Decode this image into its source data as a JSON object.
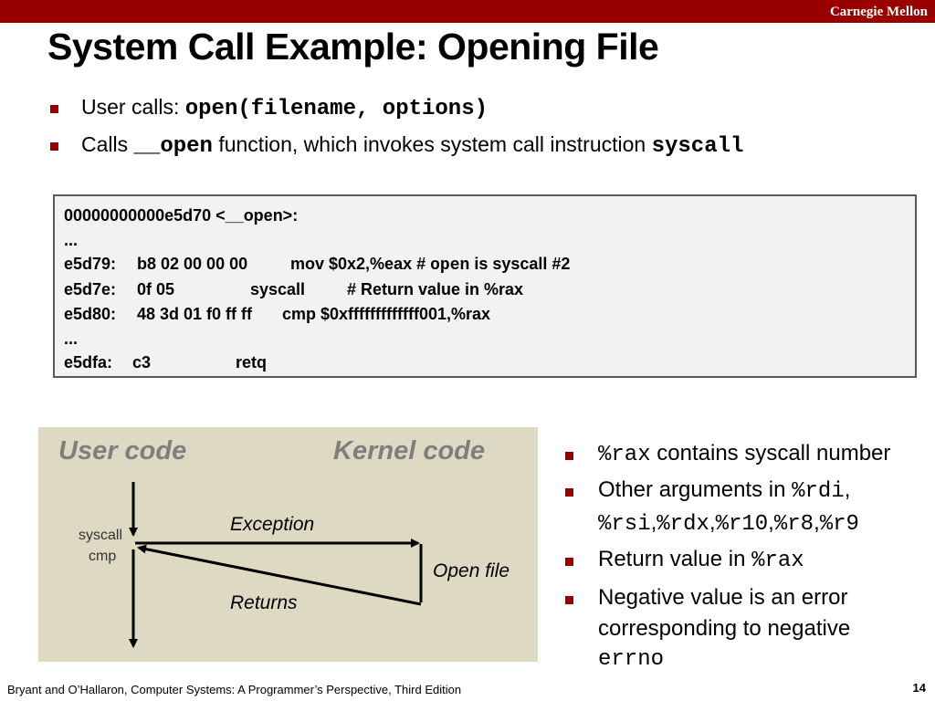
{
  "header": {
    "brand": "Carnegie Mellon"
  },
  "title": "System Call Example: Opening File",
  "bullets": [
    {
      "text": "User calls: ",
      "code": "open(filename, options)"
    },
    {
      "pre": "Calls ",
      "code": "__open",
      "mid": " function, which invokes system call instruction ",
      "code2": "syscall"
    }
  ],
  "code_lines": [
    {
      "c1": "00000000000e5d70 <__open>:"
    },
    {
      "c1": "..."
    },
    {
      "c1": "e5d79:",
      "c2": "b8 02 00 00 00",
      "c3": "mov  $0x2,%eax  # ",
      "c3code": "open",
      "c3tail": " is syscall #2"
    },
    {
      "c1": "e5d7e:",
      "c2": "0f 05",
      "c3": "syscall",
      "c4": "# Return value in %rax"
    },
    {
      "c1": "e5d80:",
      "c2": "48 3d 01 f0 ff ff",
      "c3": "cmp  $0xfffffffffffff001,%rax"
    },
    {
      "c1": "..."
    },
    {
      "c1": "e5dfa:",
      "c2": "c3",
      "c3": "retq"
    }
  ],
  "diagram": {
    "user_label": "User code",
    "kernel_label": "Kernel code",
    "syscall": "syscall",
    "cmp": "cmp",
    "exception": "Exception",
    "open_file": "Open file",
    "returns": "Returns"
  },
  "right_bullets": {
    "b1_code": "%rax",
    "b1_text": " contains syscall number",
    "b2_text": "Other arguments in ",
    "b2_codes": [
      "%rdi",
      "%rsi",
      "%rdx",
      "%r10",
      "%r8",
      "%r9"
    ],
    "b3_text": "Return value in ",
    "b3_code": "%rax",
    "b4_line1": "Negative value is an error",
    "b4_line2": "corresponding to negative",
    "b4_code": "errno"
  },
  "footer": {
    "citation": "Bryant and O’Hallaron, Computer Systems: A Programmer’s Perspective, Third Edition",
    "page": "14"
  },
  "colors": {
    "accent": "#990000",
    "diagram_bg": "#ddd9c3",
    "code_bg": "#f2f2f2",
    "label_gray": "#7f7f7f"
  }
}
